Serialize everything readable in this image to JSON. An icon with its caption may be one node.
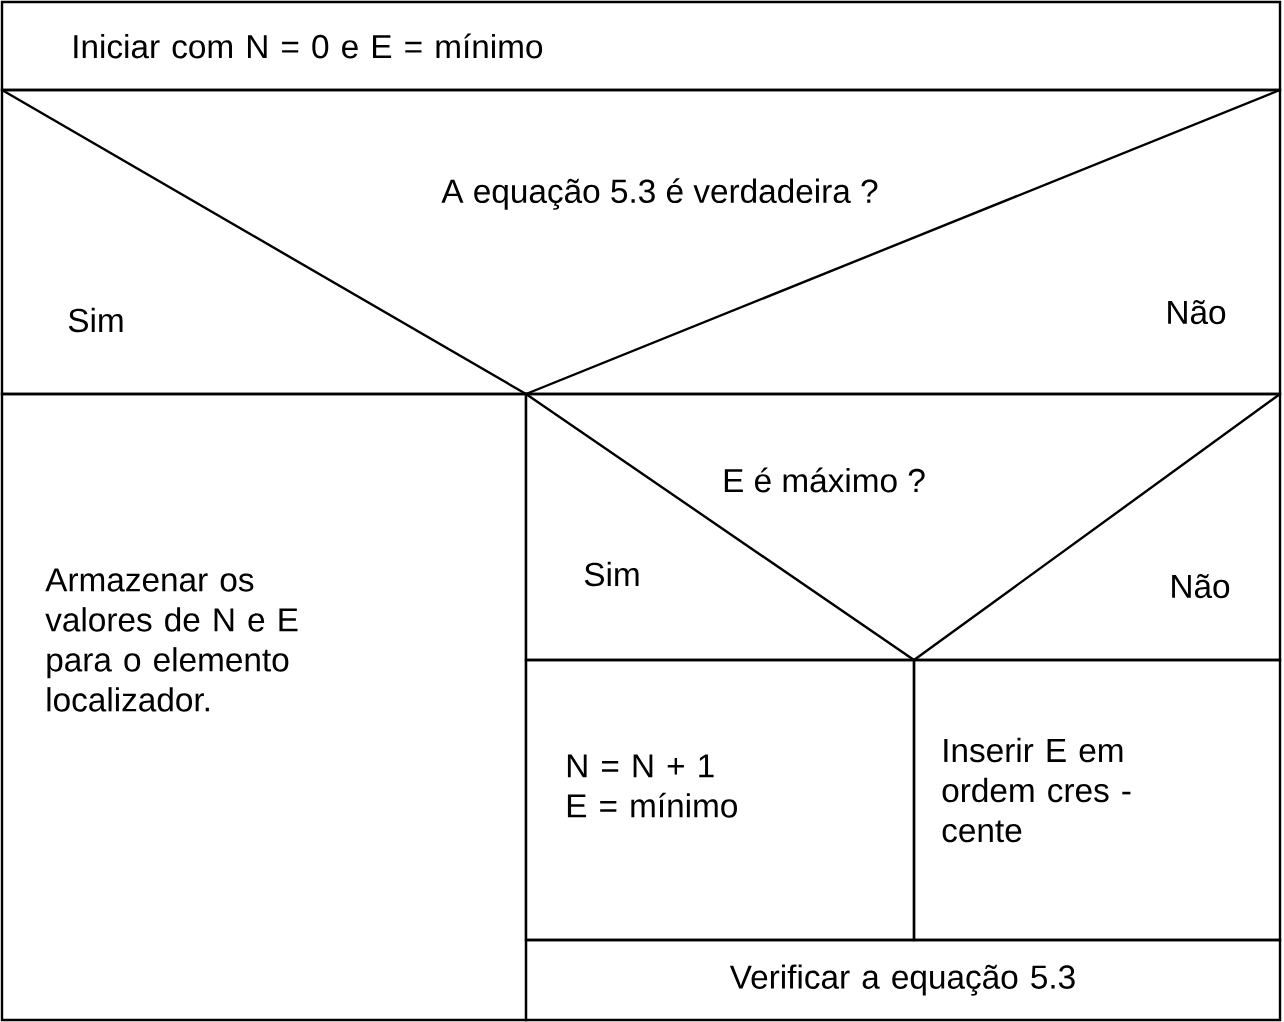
{
  "diagram": {
    "nodes": [
      {
        "text": [
          "Iniciar com  N = 0  e E = mínimo"
        ]
      },
      {
        "text": [
          "A equação 5.3 é verdadeira ?",
          "Sim",
          "Não"
        ]
      },
      {
        "text": [
          "Armazenar os valores de N e E para o elemento localizador."
        ]
      },
      {
        "text": [
          "E  é máximo ?",
          "Sim",
          "Não"
        ]
      },
      {
        "text": [
          "N = N + 1",
          "E = mínimo"
        ]
      },
      {
        "text": [
          "Inserir  E  em ordem cres - cente"
        ]
      },
      {
        "text": [
          "Verificar a equação 5.3"
        ]
      }
    ]
  }
}
